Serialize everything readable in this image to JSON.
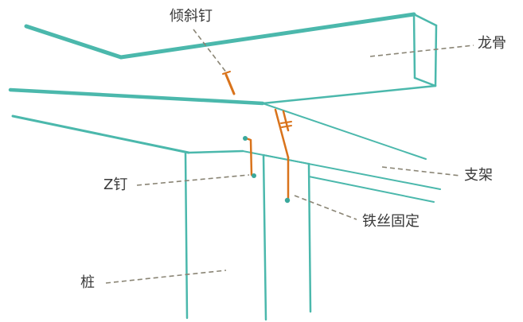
{
  "labels": {
    "inclined_nail": "倾斜钉",
    "keel": "龙骨",
    "bracket": "支架",
    "z_nail": "Z钉",
    "wire_fix": "铁丝固定",
    "pile": "桩"
  },
  "colors": {
    "structure": "#4bb8ac",
    "fastener": "#d9731b",
    "leader_line": "#8a8575",
    "text": "#3a3a3a"
  }
}
